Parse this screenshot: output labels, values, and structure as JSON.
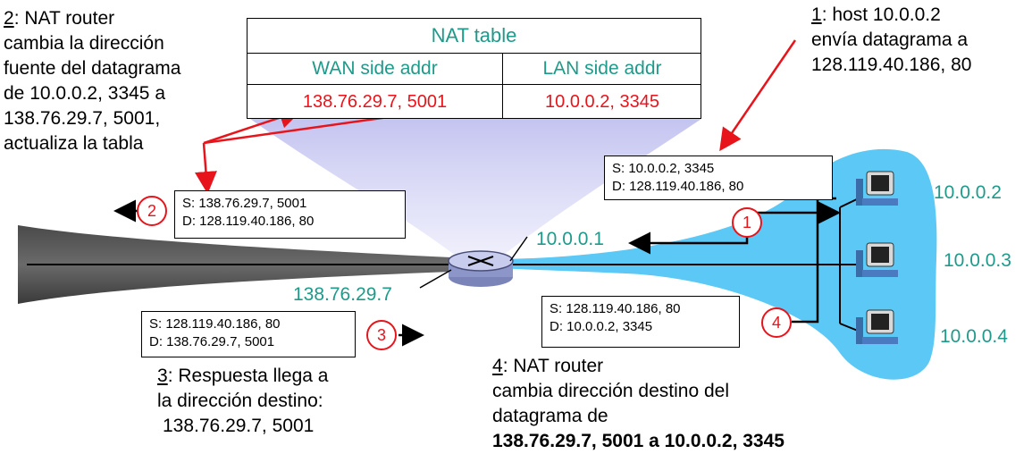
{
  "nat_table": {
    "title": "NAT table",
    "col_wan": "WAN side addr",
    "col_lan": "LAN side addr",
    "wan_value": "138.76.29.7, 5001",
    "lan_value": "10.0.0.2, 3345"
  },
  "step1": {
    "num": "1",
    "text": ": host 10.0.0.2",
    "line2": "envía datagrama a",
    "line3": "128.119.40.186, 80"
  },
  "step2": {
    "num": "2",
    "text": ": NAT router",
    "line2": "cambia la dirección",
    "line3": "fuente del datagrama",
    "line4": "de 10.0.0.2, 3345 a",
    "line5": "138.76.29.7, 5001,",
    "line6": "actualiza la tabla"
  },
  "step3": {
    "num": "3",
    "text": ": Respuesta llega a",
    "line2": "la dirección destino:",
    "line3": "138.76.29.7, 5001"
  },
  "step4": {
    "num": "4",
    "text": ": NAT router",
    "line2": "cambia dirección destino del",
    "line3": "datagrama de",
    "line4": "138.76.29.7, 5001 a 10.0.0.2, 3345"
  },
  "packets": {
    "p1": {
      "s": "S: 10.0.0.2, 3345",
      "d": "D: 128.119.40.186, 80"
    },
    "p2": {
      "s": "S: 138.76.29.7, 5001",
      "d": "D: 128.119.40.186, 80"
    },
    "p3": {
      "s": "S: 128.119.40.186, 80",
      "d": "D: 138.76.29.7, 5001"
    },
    "p4": {
      "s": "S: 128.119.40.186, 80",
      "d": "D: 10.0.0.2, 3345"
    }
  },
  "circles": {
    "c1": "1",
    "c2": "2",
    "c3": "3",
    "c4": "4"
  },
  "addresses": {
    "router_lan": "10.0.0.1",
    "router_wan": "138.76.29.7",
    "host1": "10.0.0.2",
    "host2": "10.0.0.3",
    "host3": "10.0.0.4"
  },
  "colors": {
    "teal": "#1f9a8a",
    "red": "#e8141b",
    "lan_blue": "#5bc8f5",
    "beam": "#c8c8f0"
  }
}
